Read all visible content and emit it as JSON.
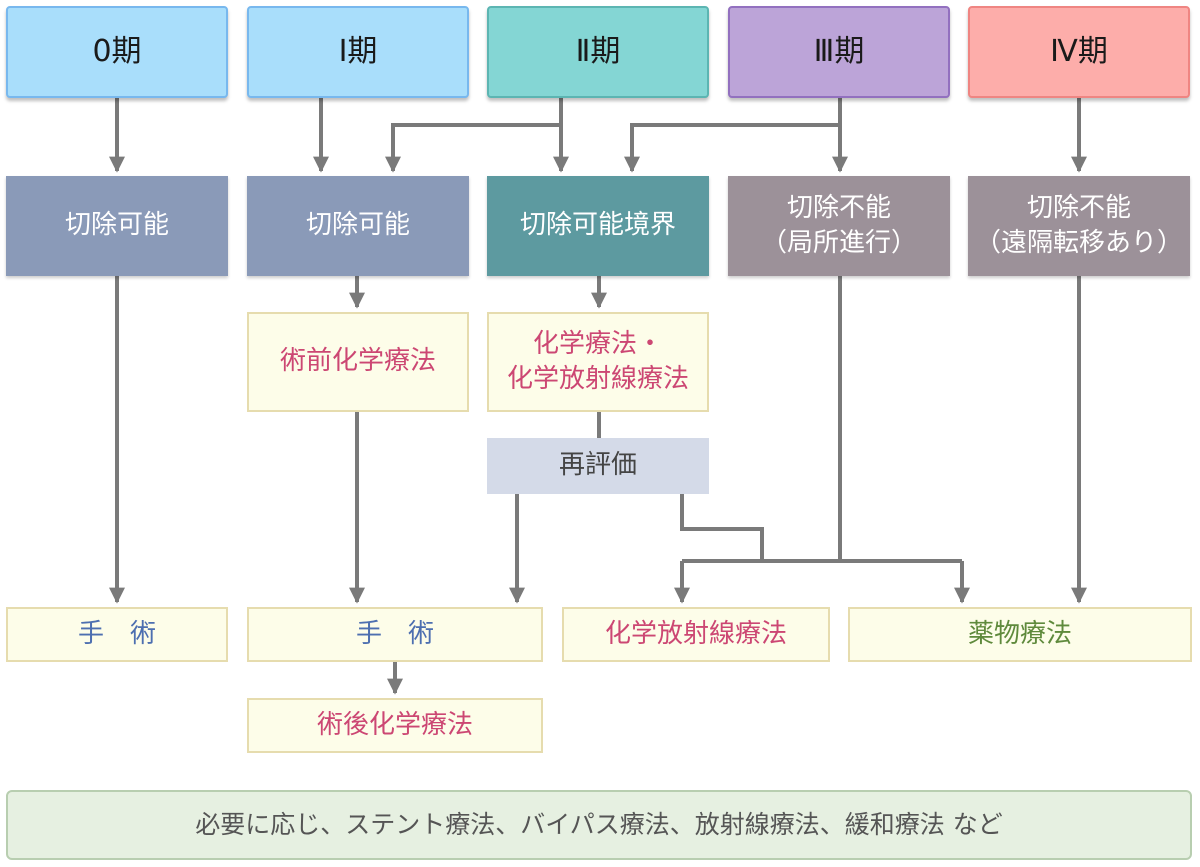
{
  "stages": [
    "0期",
    "Ⅰ期",
    "Ⅱ期",
    "Ⅲ期",
    "Ⅳ期"
  ],
  "conditions": {
    "c0": {
      "line1": "切除可能",
      "line2": ""
    },
    "c1": {
      "line1": "切除可能",
      "line2": ""
    },
    "c2": {
      "line1": "切除可能境界",
      "line2": ""
    },
    "c3": {
      "line1": "切除不能",
      "line2": "（局所進行）"
    },
    "c4": {
      "line1": "切除不能",
      "line2": "（遠隔転移あり）"
    }
  },
  "treatments": {
    "neoadjuvant": "術前化学療法",
    "chemo_radio": {
      "line1": "化学療法・",
      "line2": "化学放射線療法"
    },
    "reevaluation": "再評価",
    "surgery_a": "手　術",
    "surgery_b": "手　術",
    "adjuvant": "術後化学療法",
    "chemoradiotherapy": "化学放射線療法",
    "drug_therapy": "薬物療法"
  },
  "footer": "必要に応じ、ステント療法、バイパス療法、放射線療法、緩和療法 など",
  "colors": {
    "connector": "#7a7a7a",
    "pink_text": "#cc4773",
    "blue_text": "#4d6fb0",
    "green_text": "#5f8a3c"
  }
}
